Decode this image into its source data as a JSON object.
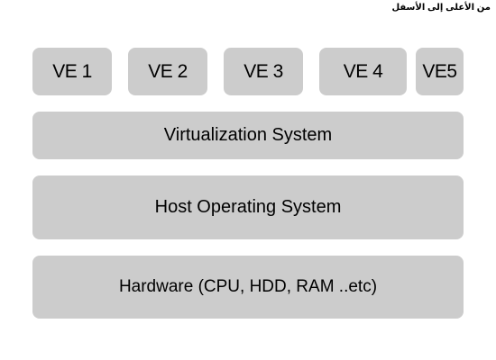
{
  "caption": "من الأعلى إلى الأسفل",
  "environments": [
    {
      "label": "VE 1"
    },
    {
      "label": "VE 2"
    },
    {
      "label": "VE 3"
    },
    {
      "label": "VE 4"
    },
    {
      "label": "VE5"
    }
  ],
  "layers": {
    "virtualization": "Virtualization System",
    "host_os": "Host Operating System",
    "hardware": "Hardware (CPU, HDD, RAM ..etc)"
  },
  "colors": {
    "box_fill": "#cccccc",
    "text": "#000000",
    "background": "#ffffff"
  }
}
